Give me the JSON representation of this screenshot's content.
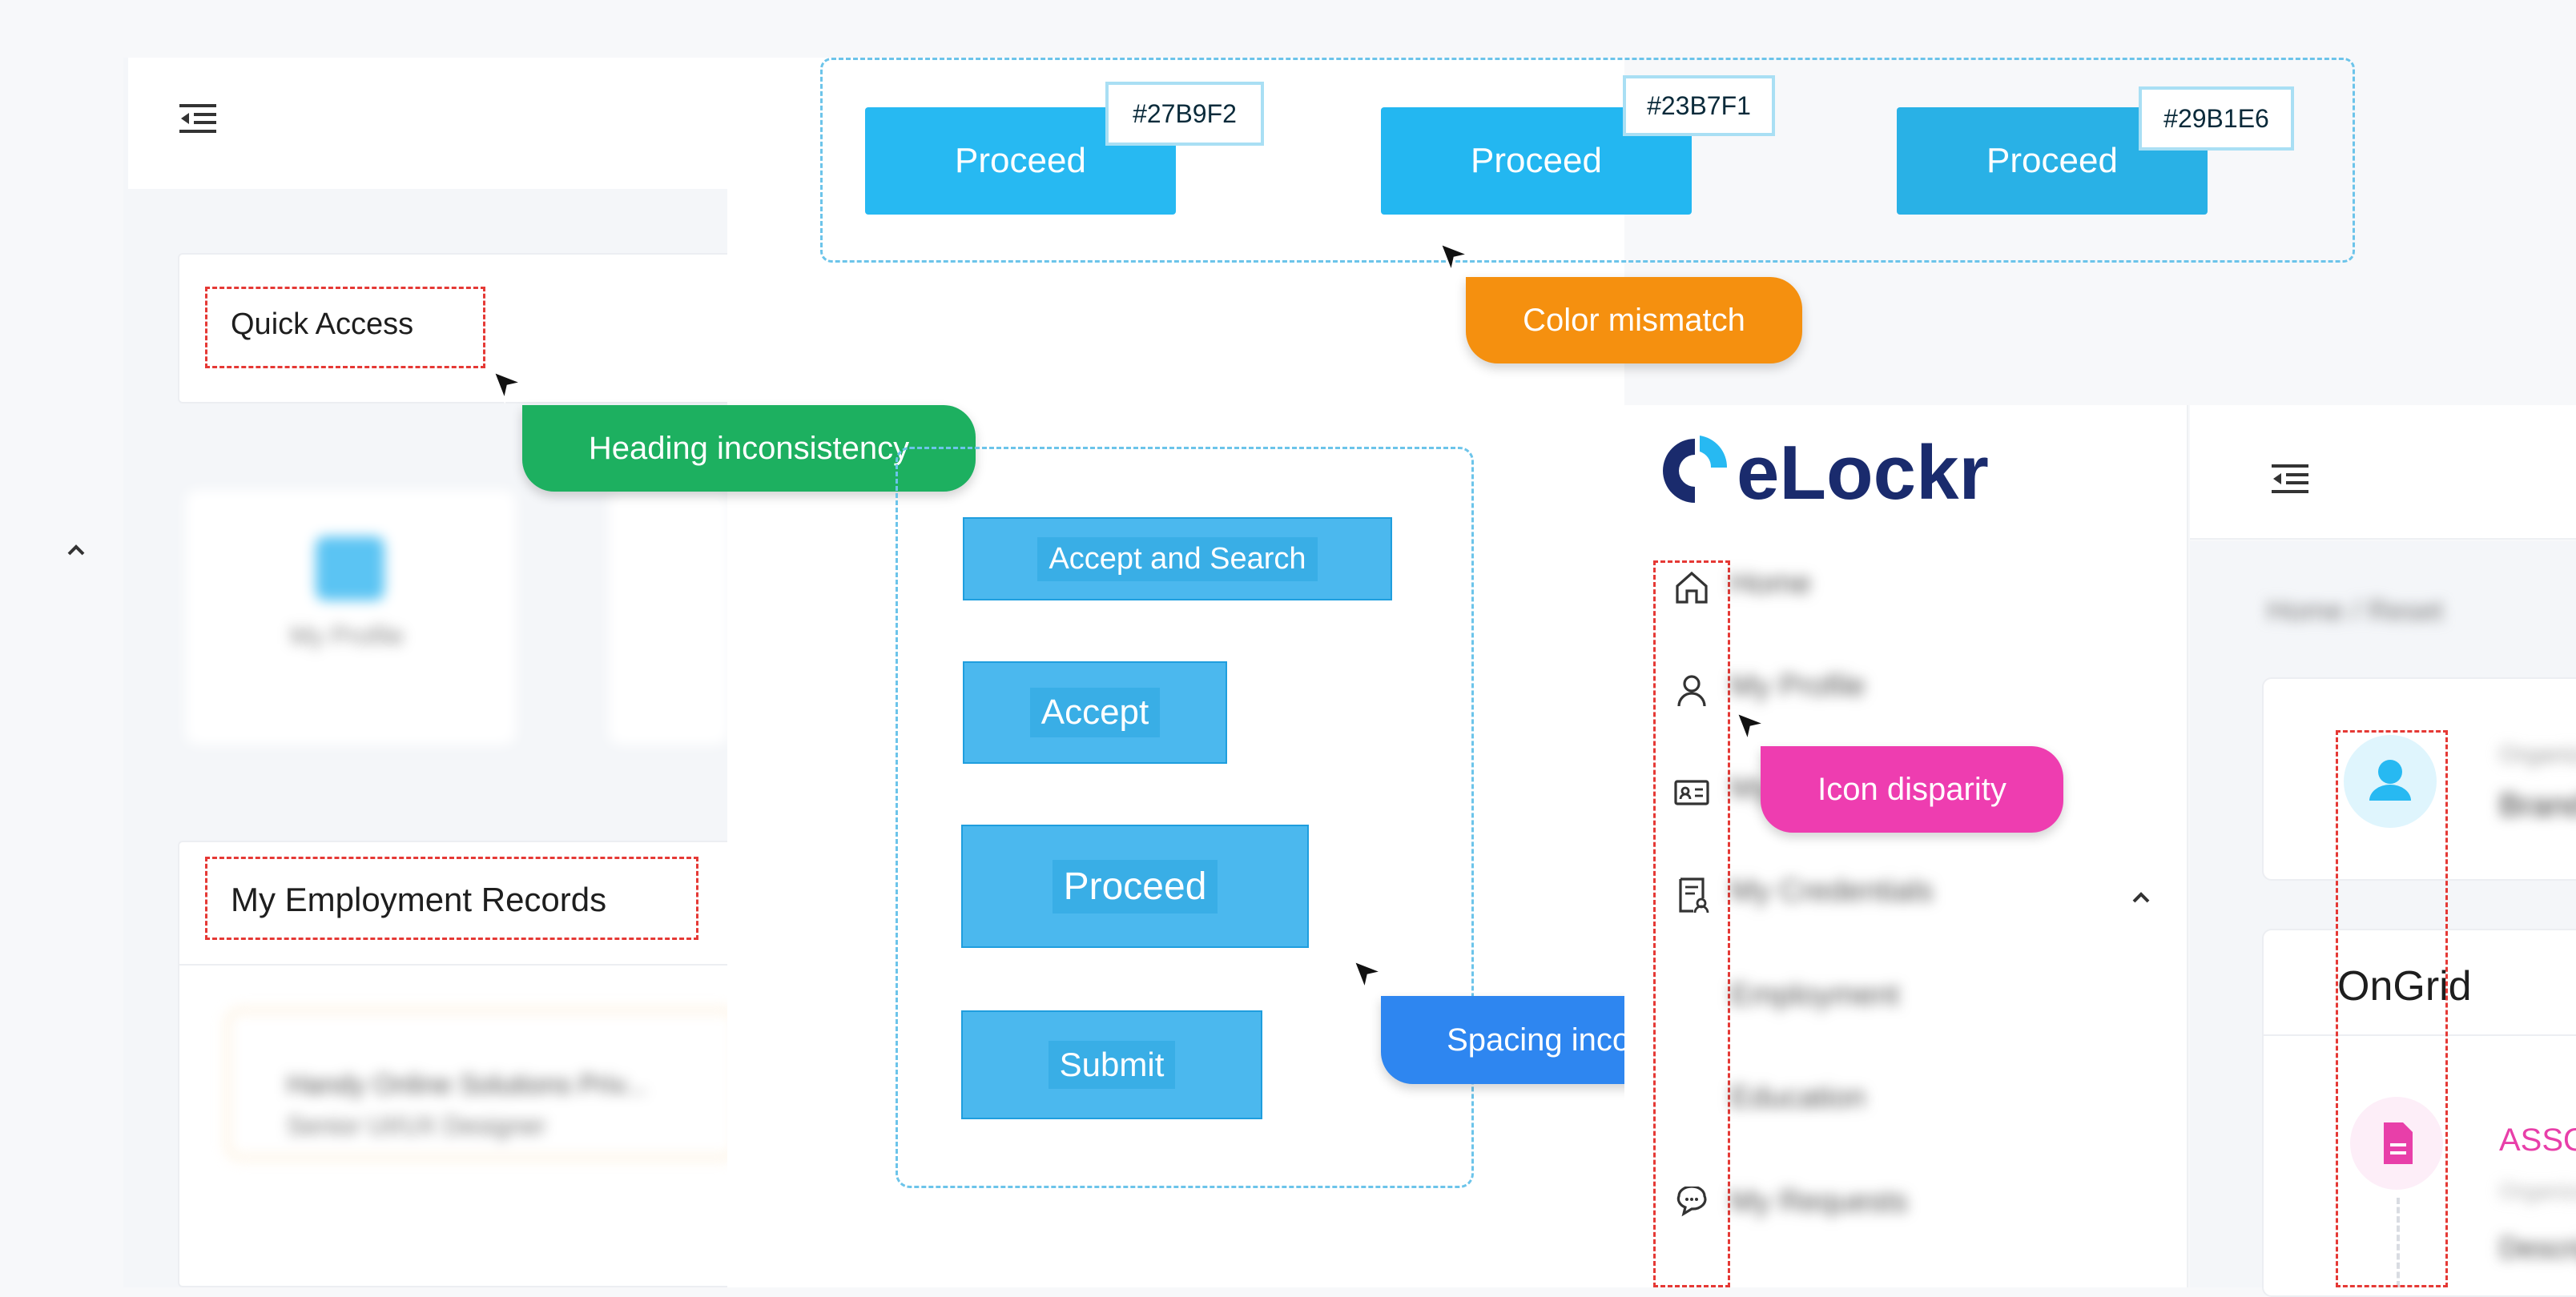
{
  "left_app": {
    "quick_access_title": "Quick Access",
    "tile_label": "My Profile",
    "employment_title": "My Employment Records",
    "employment_item_company": "Handy Online Solutions Priv...",
    "employment_item_role": "Senior UI/UX Designer"
  },
  "top_buttons": {
    "items": [
      {
        "label": "Proceed",
        "hex": "#27B9F2",
        "color": "#27B9F2"
      },
      {
        "label": "Proceed",
        "hex": "#23B7F1",
        "color": "#23B7F1"
      },
      {
        "label": "Proceed",
        "hex": "#29B1E6",
        "color": "#29B1E6"
      }
    ]
  },
  "annotations": {
    "color_mismatch": {
      "text": "Color mismatch",
      "color": "#F5900F"
    },
    "heading_inconsistency": {
      "text": "Heading inconsistency",
      "color": "#1DB060"
    },
    "icon_disparity": {
      "text": "Icon disparity",
      "color": "#EE3DB0"
    },
    "spacing_inconsistency": {
      "text": "Spacing inconsistency",
      "color": "#2E86F0"
    }
  },
  "spacing_demo": {
    "buttons": [
      {
        "label": "Accept and Search",
        "vpad": "9",
        "hpad": "23"
      },
      {
        "label": "Accept",
        "vpad": "11",
        "hpad": "31"
      },
      {
        "label": "Proceed",
        "vpad": "12",
        "hpad": "38"
      },
      {
        "label": "Submit",
        "vpad": "12",
        "hpad": "44"
      }
    ]
  },
  "right_app": {
    "logo_text": "eLockr",
    "nav_items": [
      "Home",
      "My Profile",
      "My ID",
      "My Credentials",
      "Employment",
      "Education",
      "My Requests"
    ],
    "breadcrumb": "Home / Reset",
    "profile_label": "Organization",
    "profile_value": "Brand",
    "card_title": "OnGrid",
    "assoc_label": "ASSO",
    "assoc_sub1": "Organization",
    "assoc_sub2": "Description"
  }
}
